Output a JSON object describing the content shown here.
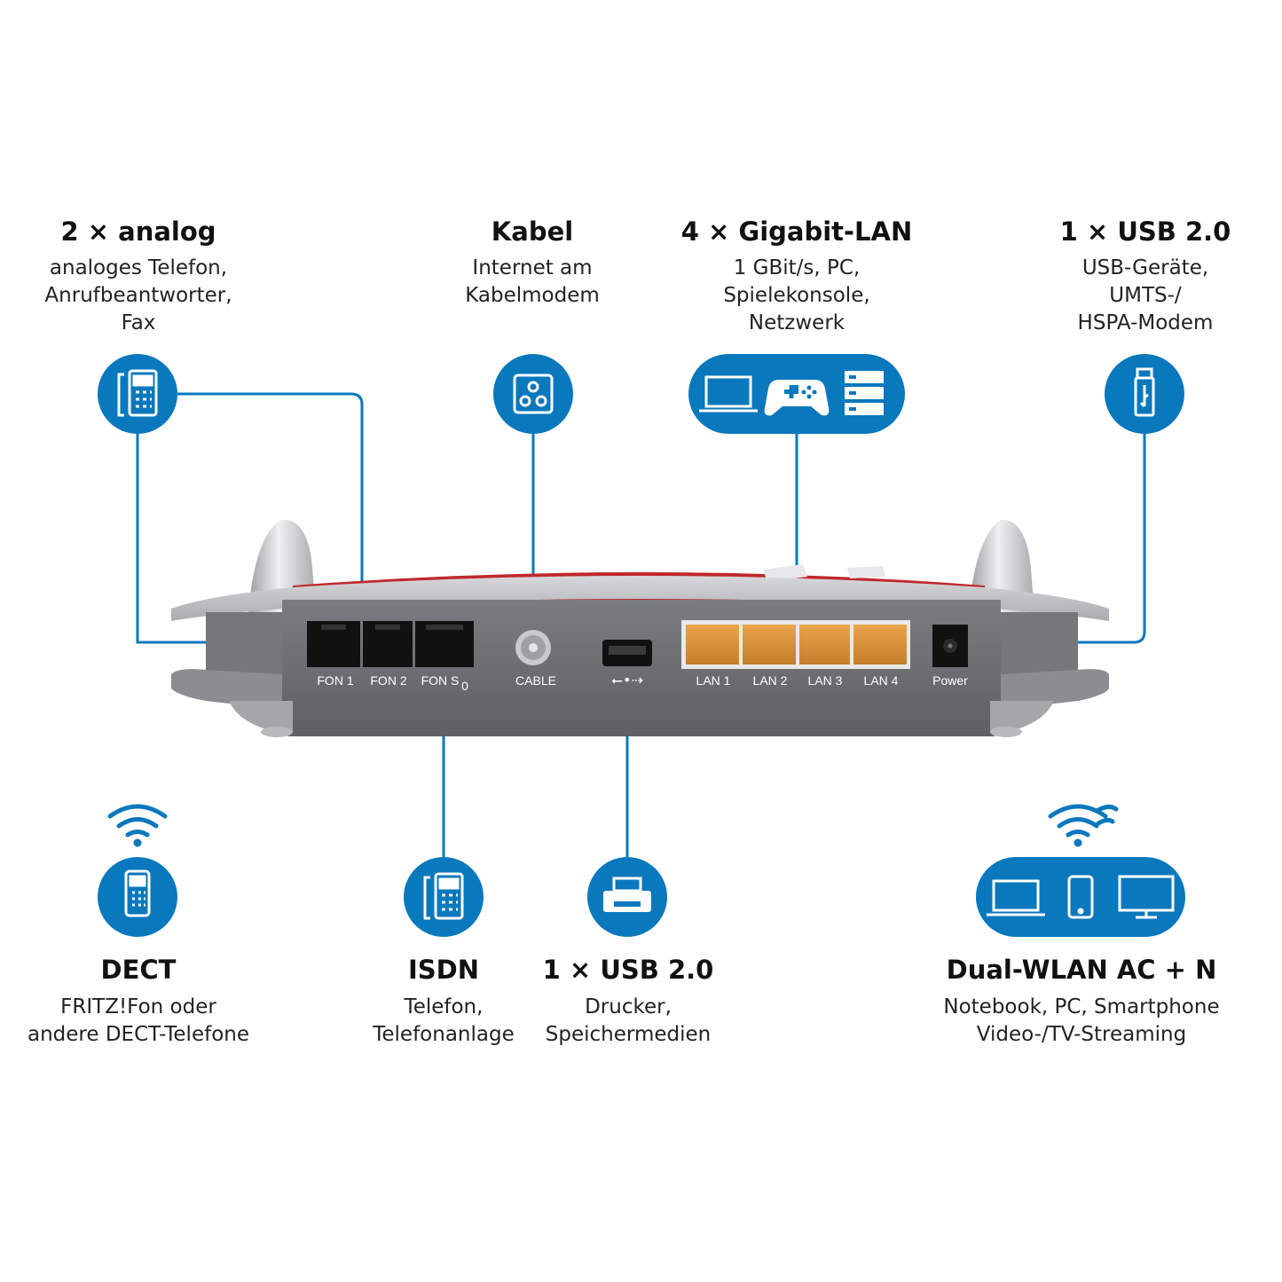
{
  "colors": {
    "accent": "#0a78bd",
    "line": "#0a78bd",
    "housing": "#6d6f73",
    "port_lan": "#d8923a"
  },
  "features": {
    "analog": {
      "title": "2 × analog",
      "lines": [
        "analoges Telefon,",
        "Anrufbeantworter,",
        "Fax"
      ],
      "icon": "desk-phone-icon"
    },
    "kabel": {
      "title": "Kabel",
      "lines": [
        "Internet am",
        "Kabelmodem"
      ],
      "icon": "cable-socket-icon"
    },
    "lan": {
      "title": "4 × Gigabit-LAN",
      "lines": [
        "1 GBit/s, PC,",
        "Spielekonsole,",
        "Netzwerk"
      ],
      "icons": [
        "laptop-icon",
        "gamepad-icon",
        "server-icon"
      ]
    },
    "usb_top": {
      "title": "1 × USB 2.0",
      "lines": [
        "USB-Geräte,",
        "UMTS-/",
        "HSPA-Modem"
      ],
      "icon": "usb-stick-icon"
    },
    "dect": {
      "title": "DECT",
      "lines": [
        "FRITZ!Fon oder",
        "andere DECT-Telefone"
      ],
      "icon": "cordless-phone-icon"
    },
    "isdn": {
      "title": "ISDN",
      "lines": [
        "Telefon,",
        "Telefonanlage"
      ],
      "icon": "desk-phone-icon"
    },
    "usb_bottom": {
      "title": "1 × USB 2.0",
      "lines": [
        "Drucker,",
        "Speichermedien"
      ],
      "icon": "printer-icon"
    },
    "wlan": {
      "title": "Dual-WLAN AC + N",
      "lines": [
        "Notebook, PC, Smartphone",
        "Video-/TV-Streaming"
      ],
      "icons": [
        "laptop-icon",
        "smartphone-icon",
        "monitor-icon"
      ]
    }
  },
  "ports": {
    "fon1": "FON 1",
    "fon2": "FON 2",
    "fons0": "FON S",
    "fons0_sub": "0",
    "cable": "CABLE",
    "lan1": "LAN 1",
    "lan2": "LAN 2",
    "lan3": "LAN 3",
    "lan4": "LAN 4",
    "power": "Power"
  }
}
